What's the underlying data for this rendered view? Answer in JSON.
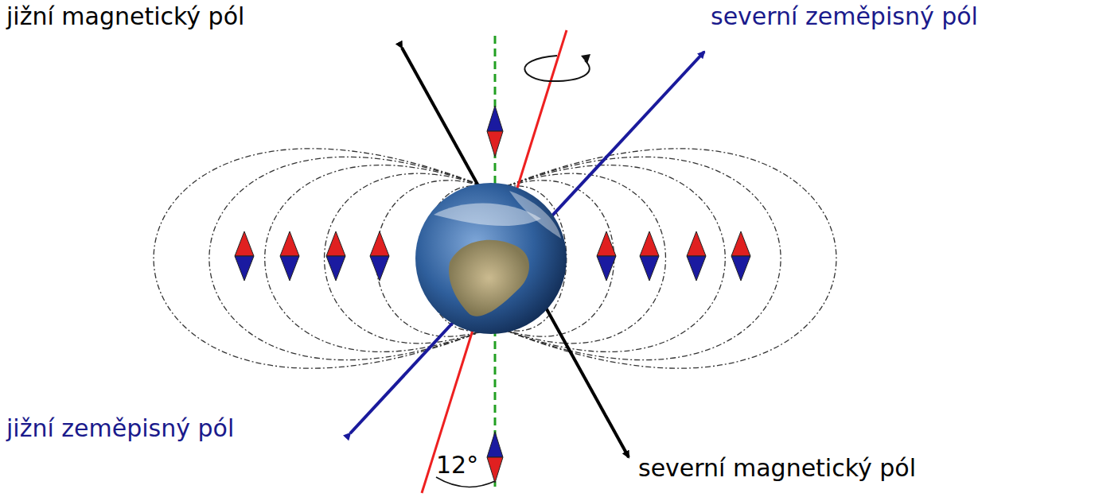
{
  "diagram": {
    "labels": [
      "jižní magnetický pól",
      "severní zeměpisný pól",
      "jižní zeměpisný pól",
      "severní magnetický pól",
      "12°"
    ]
  }
}
